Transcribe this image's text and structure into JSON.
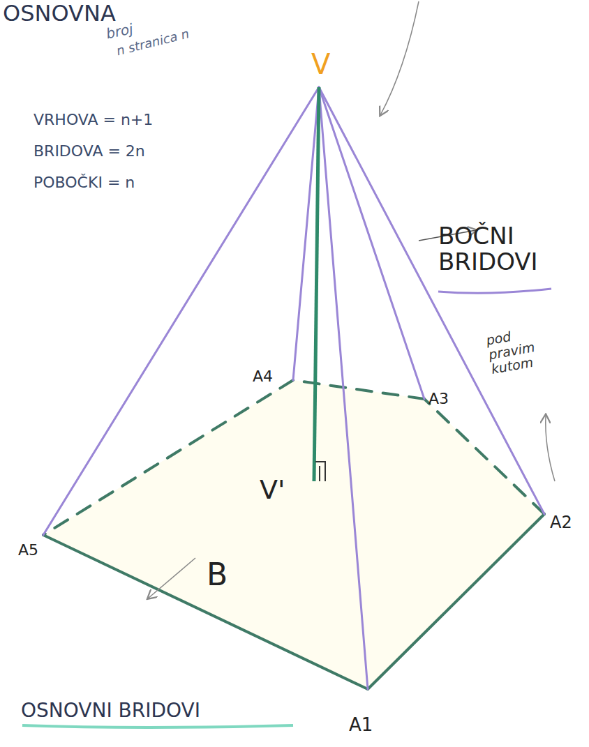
{
  "diagram": {
    "labels": [
      "OSNOVNA",
      "broj",
      "n stranica n",
      "VRHOVA = n+1",
      "BRIDOVA = 2n",
      "POBOČKI = n",
      "V",
      "BOČNI BRIDOVI",
      "pod pravim kutom",
      "A4",
      "A3",
      "V'",
      "A5",
      "A2",
      "B",
      "OSNOVNI BRIDOVI",
      "A1"
    ]
  }
}
